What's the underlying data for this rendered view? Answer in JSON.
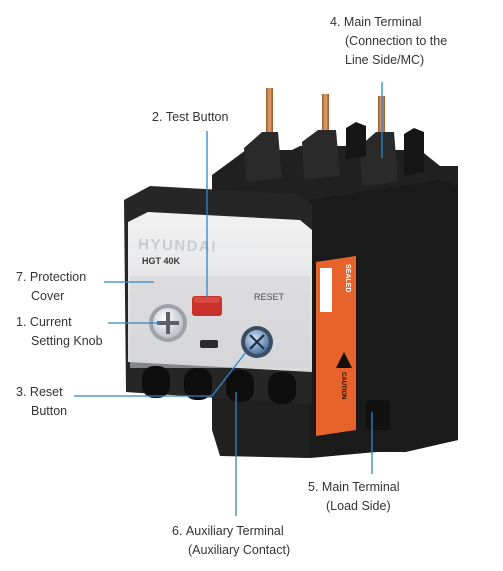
{
  "colors": {
    "leader_line": "#2f86c8",
    "housing": "#1f1f1f",
    "front_panel": "#e9e9ea",
    "test_button": "#c8322b",
    "warning_label": "#e8632b",
    "terminal_copper": "#c8854a"
  },
  "product": {
    "brand": "HYUNDAI",
    "model": "HGT 40K",
    "reset_text": "RESET",
    "sealed_text": "SEALED",
    "caution_text": "CAUTION"
  },
  "callouts": [
    {
      "num": "1.",
      "lines": [
        "Current",
        "Setting Knob"
      ]
    },
    {
      "num": "2.",
      "lines": [
        "Test Button"
      ]
    },
    {
      "num": "3.",
      "lines": [
        "Reset",
        "Button"
      ]
    },
    {
      "num": "4.",
      "lines": [
        "Main Terminal",
        "(Connection to the",
        "Line Side/MC)"
      ]
    },
    {
      "num": "5.",
      "lines": [
        "Main Terminal",
        "(Load Side)"
      ]
    },
    {
      "num": "6.",
      "lines": [
        "Auxiliary Terminal",
        "(Auxiliary Contact)"
      ]
    },
    {
      "num": "7.",
      "lines": [
        "Protection",
        "Cover"
      ]
    }
  ]
}
